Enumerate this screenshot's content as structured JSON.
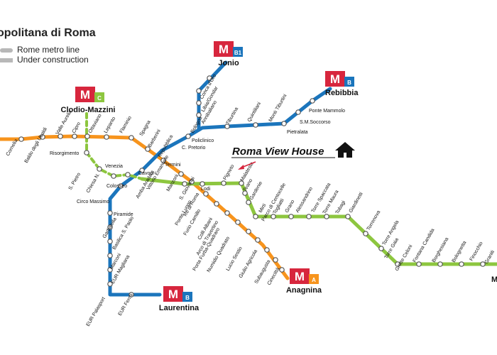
{
  "map": {
    "title": "opolitana di Roma",
    "legend": [
      {
        "label": "Rome metro line",
        "style": "solid"
      },
      {
        "label": "Under construction",
        "style": "dashed"
      }
    ],
    "colors": {
      "lineA": "#f7941d",
      "lineB": "#1b75bc",
      "lineC": "#8dc63f",
      "metroRed": "#d7263d",
      "station": "#ffffff"
    },
    "termini": {
      "b1": {
        "letter": "M",
        "line": "B1",
        "name": "Jonio",
        "badge_color": "#1b75bc"
      },
      "b_north": {
        "letter": "M",
        "line": "B",
        "name": "Rebibbia",
        "badge_color": "#1b75bc"
      },
      "c": {
        "letter": "M",
        "line": "C",
        "name": "Clodio-Mazzini",
        "badge_color": "#8dc63f"
      },
      "a": {
        "letter": "M",
        "line": "A",
        "name": "Anagnina",
        "badge_color": "#f7941d"
      },
      "b_south": {
        "letter": "M",
        "line": "B",
        "name": "Laurentina",
        "badge_color": "#1b75bc"
      },
      "m_right": {
        "letter": "M"
      }
    },
    "landmark": {
      "label": "Roma View House",
      "icon": "house-icon"
    },
    "stations": [
      "Cornelia",
      "Baldo degli Ubaldi",
      "Valle Aurelia",
      "Cipro",
      "Ottaviano",
      "Lepanto",
      "Flaminio",
      "Spagna",
      "Barberini",
      "Repubblica",
      "Termini",
      "Vittorio Emanuele",
      "Manzoni",
      "S. Giovanni",
      "Re di Roma",
      "Ponte Lungo",
      "Furio Camillo",
      "Colli Albani",
      "Arco di Travertino",
      "Porta Furba-Quadraro",
      "Numidio Quadrato",
      "Lucio Sestio",
      "Giulio Agricola",
      "Subaugusta",
      "Cinecittà",
      "Conca d'Oro",
      "Libia/Gondar",
      "Annibaliano",
      "Bologna",
      "Policlinico",
      "C. Pretorio",
      "Tiburtina",
      "Quintiliani",
      "Monti Tiburtini",
      "Pietralata",
      "S.M.Soccorso",
      "Ponte Mammolo",
      "Cavour",
      "Colosseo",
      "Circo Massimo",
      "Piramide",
      "Garbatella",
      "Basilica S. Paolo",
      "Marconi",
      "EUR Magliana",
      "EUR Palasport",
      "EUR Fermi",
      "Risorgimento",
      "S. Pietro",
      "Chiesa N.",
      "Venezia",
      "Amba Aradam",
      "Lodi",
      "Pigneto",
      "Malatesta",
      "Teano",
      "Gardenie",
      "Mirti",
      "Parco di Centocelle",
      "Togliatti",
      "Grano",
      "Alessandrino",
      "Torre Spaccata",
      "Torre Maura",
      "Tobagi",
      "Giardinetti",
      "Torrenova",
      "Torre Angela",
      "Torre Gaia",
      "Grotte Celoni",
      "Fontana Candida",
      "Borghesiana",
      "Bolognetta",
      "Finocchio",
      "Graniti"
    ]
  }
}
